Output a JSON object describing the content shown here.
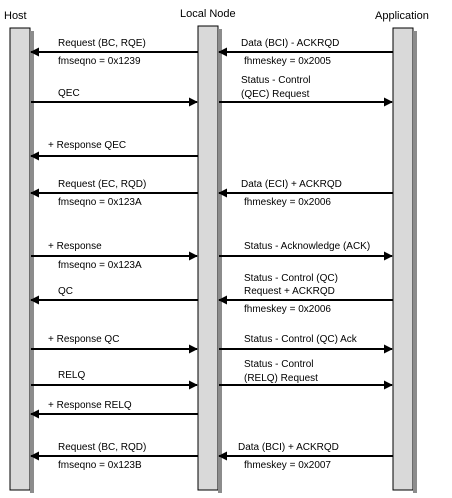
{
  "participants": {
    "host": "Host",
    "local_node": "Local Node",
    "application": "Application"
  },
  "colors": {
    "lifeline_fill": "#d9d9d9",
    "lifeline_shade": "#8c8c8c",
    "arrow": "#000000",
    "background": "#ffffff"
  },
  "messages": [
    {
      "from": "local_node",
      "to": "host",
      "label": "Request (BC, RQE)",
      "sublabel": "fmseqno = 0x1239"
    },
    {
      "from": "application",
      "to": "local_node",
      "label": "Data (BCI)  - ACKRQD",
      "sublabel": "fhmeskey = 0x2005"
    },
    {
      "from": "host",
      "to": "local_node",
      "label": "QEC",
      "sublabel": ""
    },
    {
      "from": "local_node",
      "to": "application",
      "label": "Status - Control",
      "sublabel": "(QEC) Request"
    },
    {
      "from": "local_node",
      "to": "host",
      "label": "+ Response QEC",
      "sublabel": ""
    },
    {
      "from": "local_node",
      "to": "host",
      "label": "Request (EC, RQD)",
      "sublabel": "fmseqno = 0x123A"
    },
    {
      "from": "application",
      "to": "local_node",
      "label": "Data (ECI)  + ACKRQD",
      "sublabel": "fhmeskey = 0x2006"
    },
    {
      "from": "host",
      "to": "local_node",
      "label": "+ Response",
      "sublabel": "fmseqno = 0x123A"
    },
    {
      "from": "local_node",
      "to": "application",
      "label": "Status - Acknowledge (ACK)",
      "sublabel": ""
    },
    {
      "from": "local_node",
      "to": "host",
      "label": "QC",
      "sublabel": ""
    },
    {
      "from": "application",
      "to": "local_node",
      "label": "Status - Control (QC)",
      "label2": "Request + ACKRQD",
      "sublabel": "fhmeskey = 0x2006"
    },
    {
      "from": "host",
      "to": "local_node",
      "label": "+ Response QC",
      "sublabel": ""
    },
    {
      "from": "local_node",
      "to": "application",
      "label": "Status - Control (QC) Ack",
      "sublabel": ""
    },
    {
      "from": "host",
      "to": "local_node",
      "label": "RELQ",
      "sublabel": ""
    },
    {
      "from": "local_node",
      "to": "application",
      "label": "Status - Control",
      "sublabel": "(RELQ) Request"
    },
    {
      "from": "local_node",
      "to": "host",
      "label": "+ Response RELQ",
      "sublabel": ""
    },
    {
      "from": "local_node",
      "to": "host",
      "label": "Request (BC, RQD)",
      "sublabel": "fmseqno = 0x123B"
    },
    {
      "from": "application",
      "to": "local_node",
      "label": "Data (BCI)  + ACKRQD",
      "sublabel": "fhmeskey = 0x2007"
    }
  ]
}
